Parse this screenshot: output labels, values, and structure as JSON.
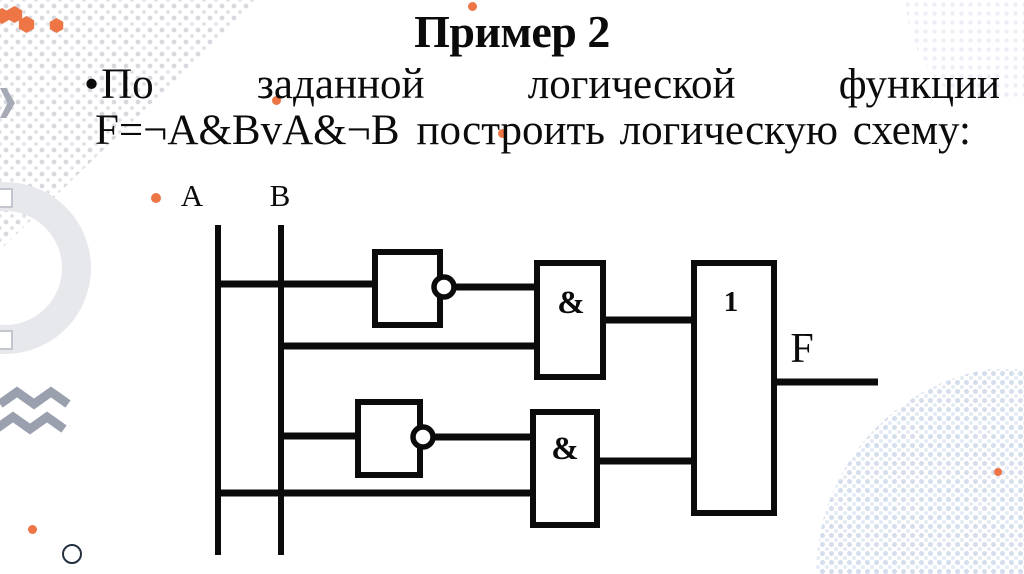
{
  "slide": {
    "title": "Пример 2",
    "bullet_char": "•",
    "line1_words": [
      "По",
      "заданной",
      "логической",
      "функции"
    ],
    "line2_formula": "F=¬A&BvA&¬B",
    "line2_text": "построить логическую схему:"
  },
  "circuit": {
    "input_labels": {
      "a": "A",
      "b": "B"
    },
    "output_label": "F",
    "gates": {
      "and1": "&",
      "and2": "&",
      "or": "1"
    }
  },
  "colors": {
    "ink_black": "#0B0B0B",
    "accent_orange": "#ED7546",
    "decor_gray": "#A6AAB5",
    "halftone_gray": "#D6D8DE",
    "ring_gray": "#E7E8EC",
    "halftone_blue": "#DCE3EF",
    "navy_outline": "#22303F",
    "background": "#FFFFFF"
  },
  "decorations": {
    "top_left": "orange-hexagon-cluster + gray-halftone-dots",
    "left_middle": "gray-chevron + gray-ring + gray-double-zigzag",
    "bottom_left": "orange-dot + navy-circle-outline",
    "bottom_right": "blue-halftone-dots + orange-dot",
    "top_right": "faint-halftone-dots"
  }
}
